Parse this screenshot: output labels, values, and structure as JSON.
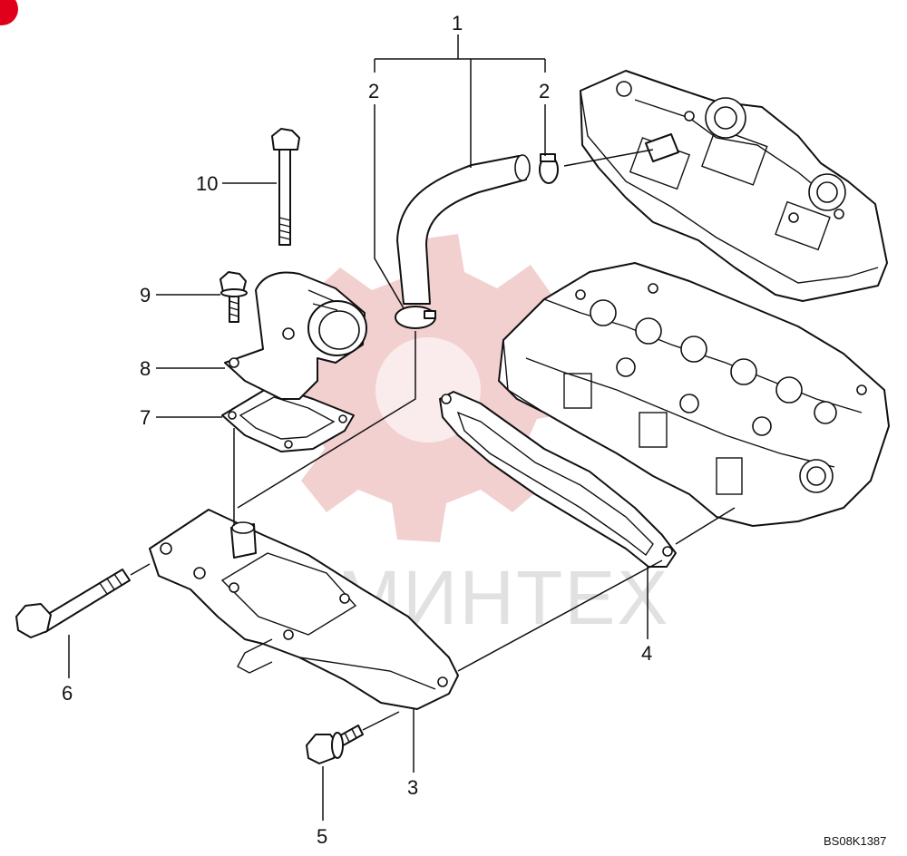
{
  "diagram": {
    "watermark_text": "МИНТЕХ",
    "drawing_code": "BS08K1387",
    "accent_color": "#e0001b",
    "watermark_color": "#e9aaaa",
    "callouts": {
      "c1": "1",
      "c2a": "2",
      "c2b": "2",
      "c3": "3",
      "c4": "4",
      "c5": "5",
      "c6": "6",
      "c7": "7",
      "c8": "8",
      "c9": "9",
      "c10": "10"
    }
  }
}
